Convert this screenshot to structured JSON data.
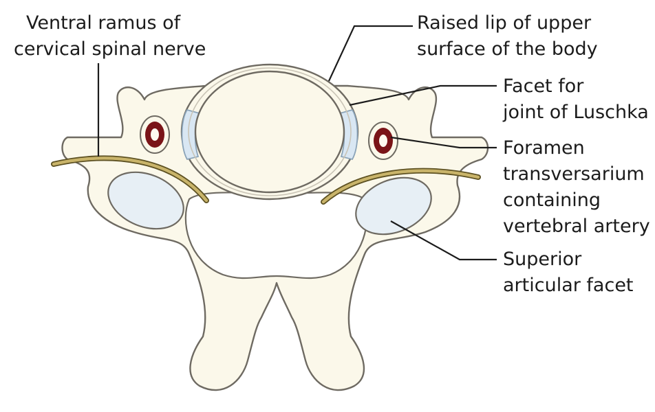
{
  "labels": {
    "ventral_ramus": [
      "Ventral ramus of",
      "cervical spinal nerve"
    ],
    "raised_lip": [
      "Raised lip of upper",
      "surface of the body"
    ],
    "luschka_facet": [
      "Facet for",
      "joint of Luschka"
    ],
    "foramen": [
      "Foramen",
      "transversarium",
      "containing",
      "vertebral artery"
    ],
    "superior_facet": [
      "Superior",
      "articular facet"
    ]
  },
  "colors": {
    "bone": "#fbf8ea",
    "bone_outline": "#6e6a62",
    "articular_facet": "#e7eff5",
    "luschka_cartilage": "#d9e7f3",
    "nerve": "#c9b46a",
    "nerve_outline": "#5d5122",
    "artery_ring": "#7a1418",
    "text": "#1b1b1b"
  }
}
